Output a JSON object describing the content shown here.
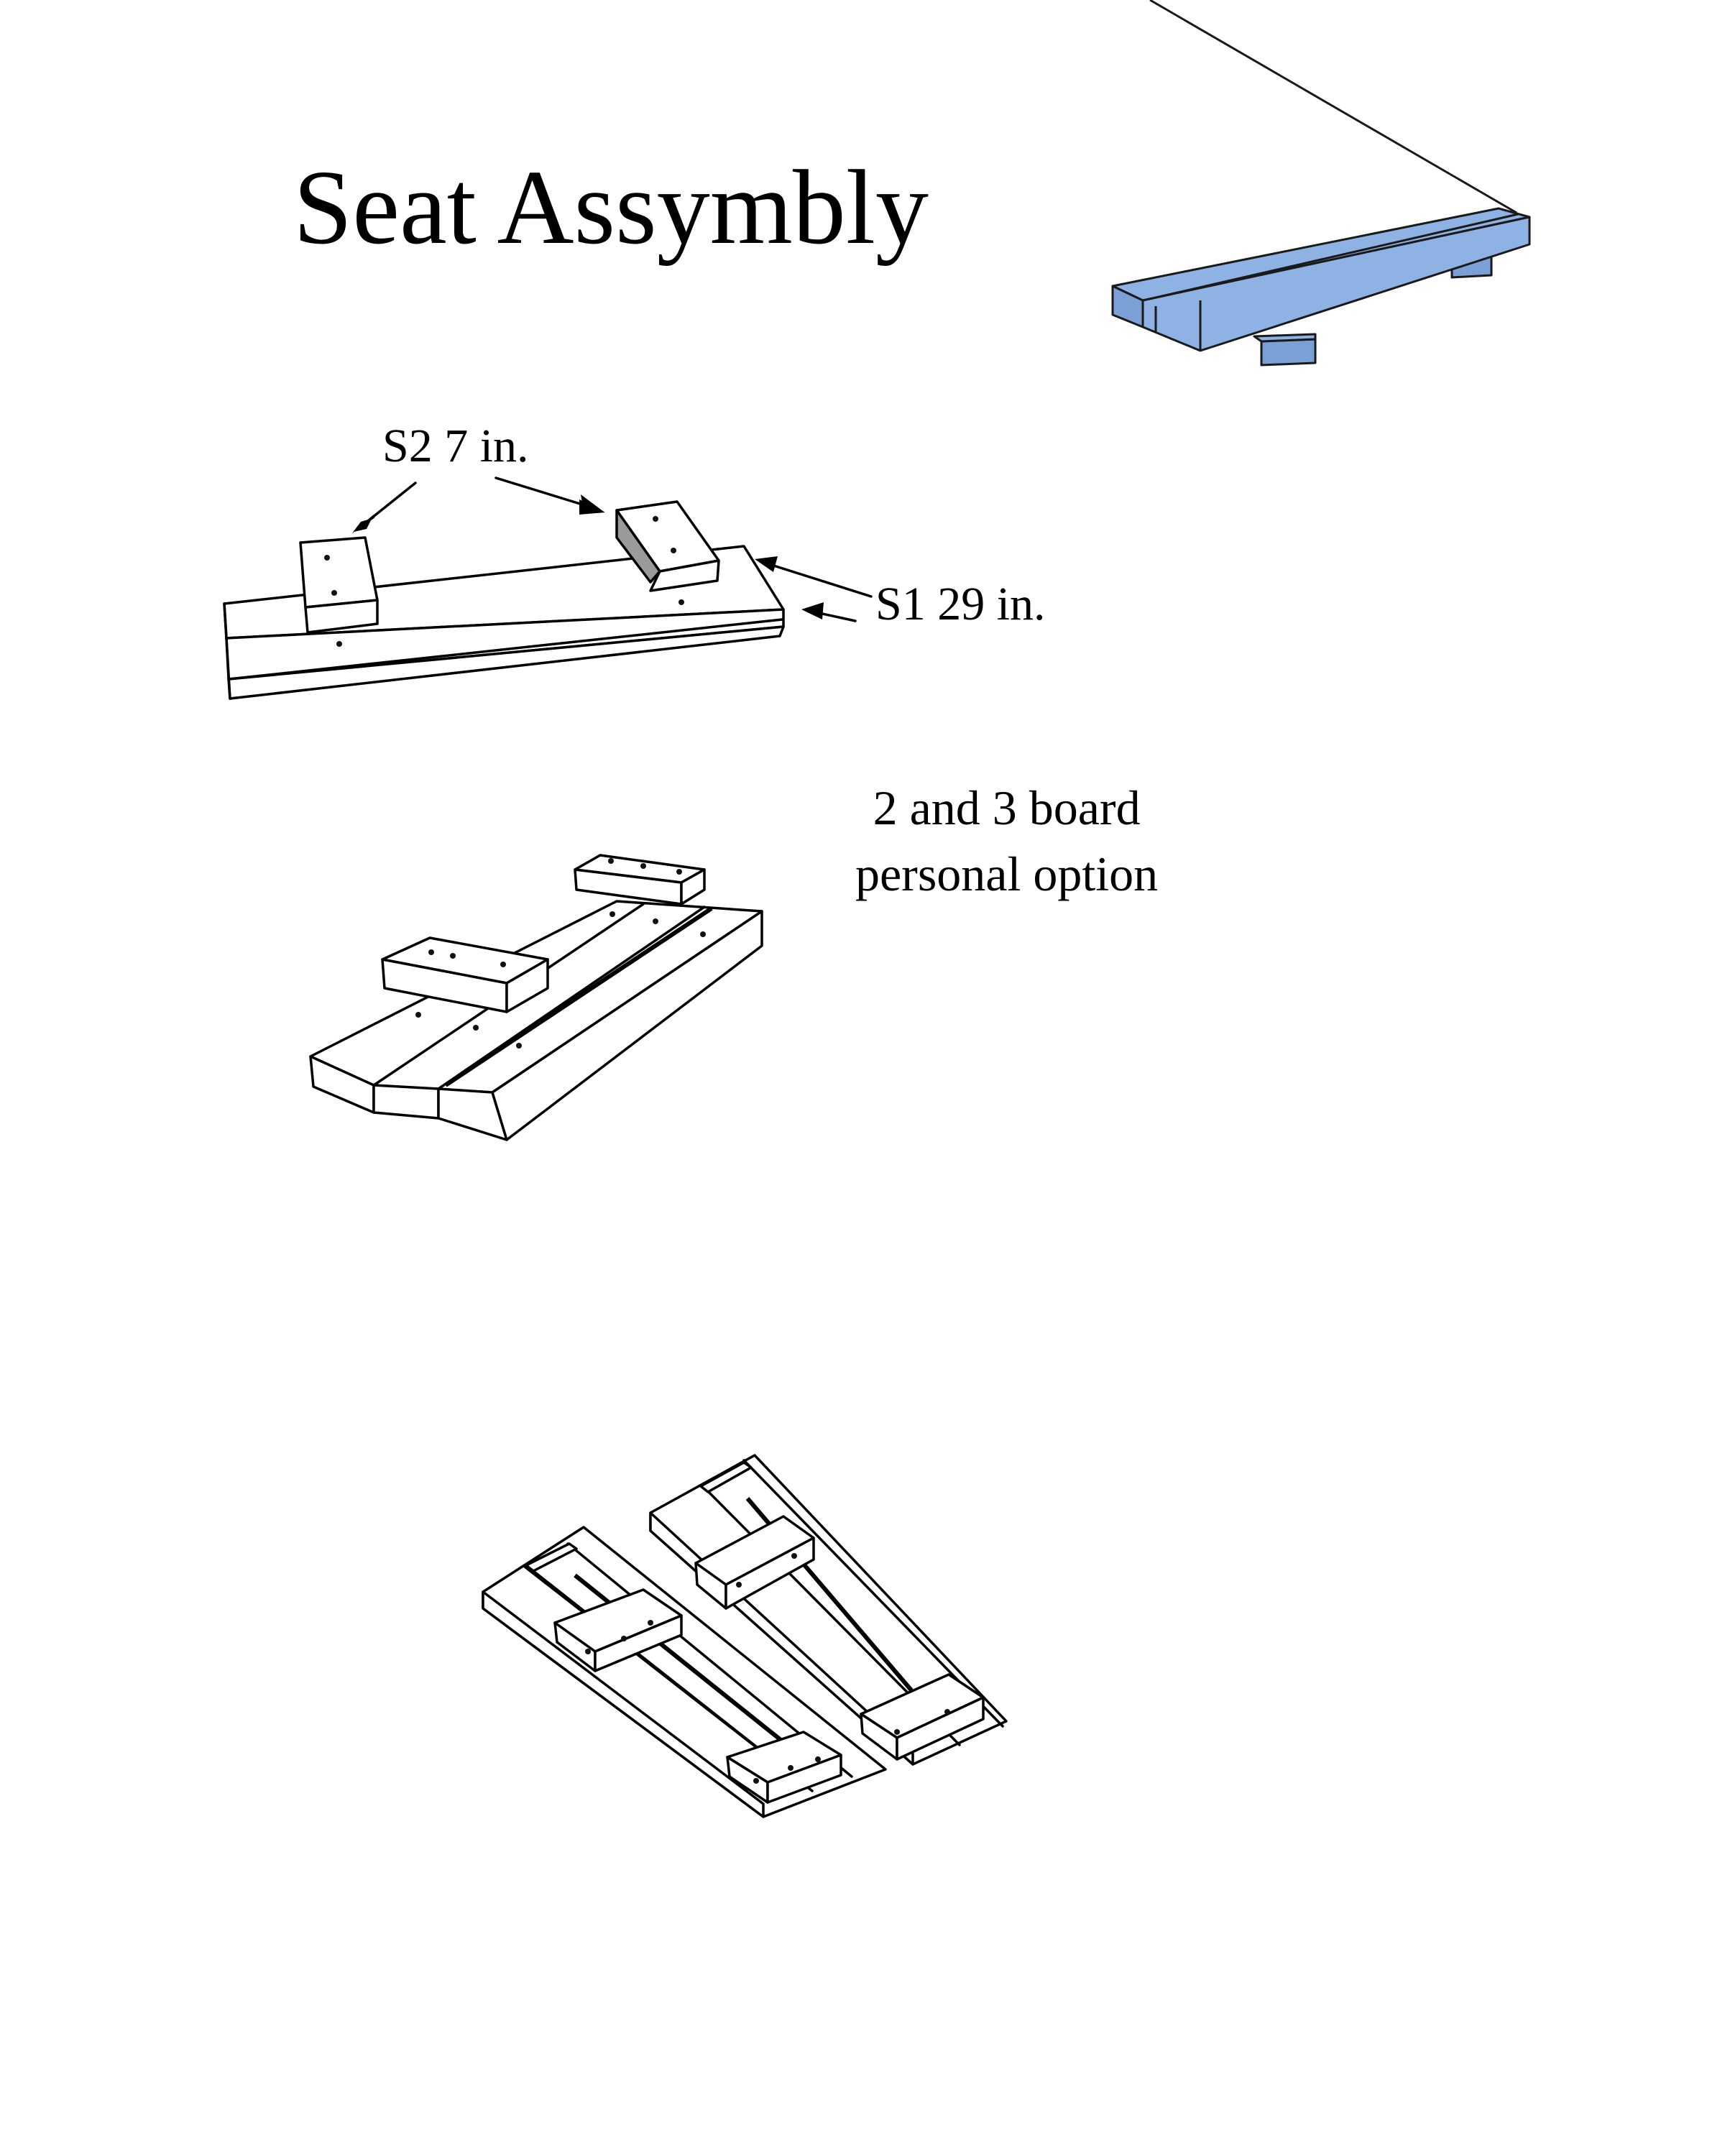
{
  "title": "Seat Assymbly",
  "labels": {
    "s2": "S2  7 in.",
    "s1": "S1   29 in."
  },
  "note": {
    "line1": "2 and 3 board",
    "line2": "personal option"
  },
  "colors": {
    "preview_fill": "#8fb2e4",
    "line": "#000000",
    "background": "#ffffff"
  }
}
